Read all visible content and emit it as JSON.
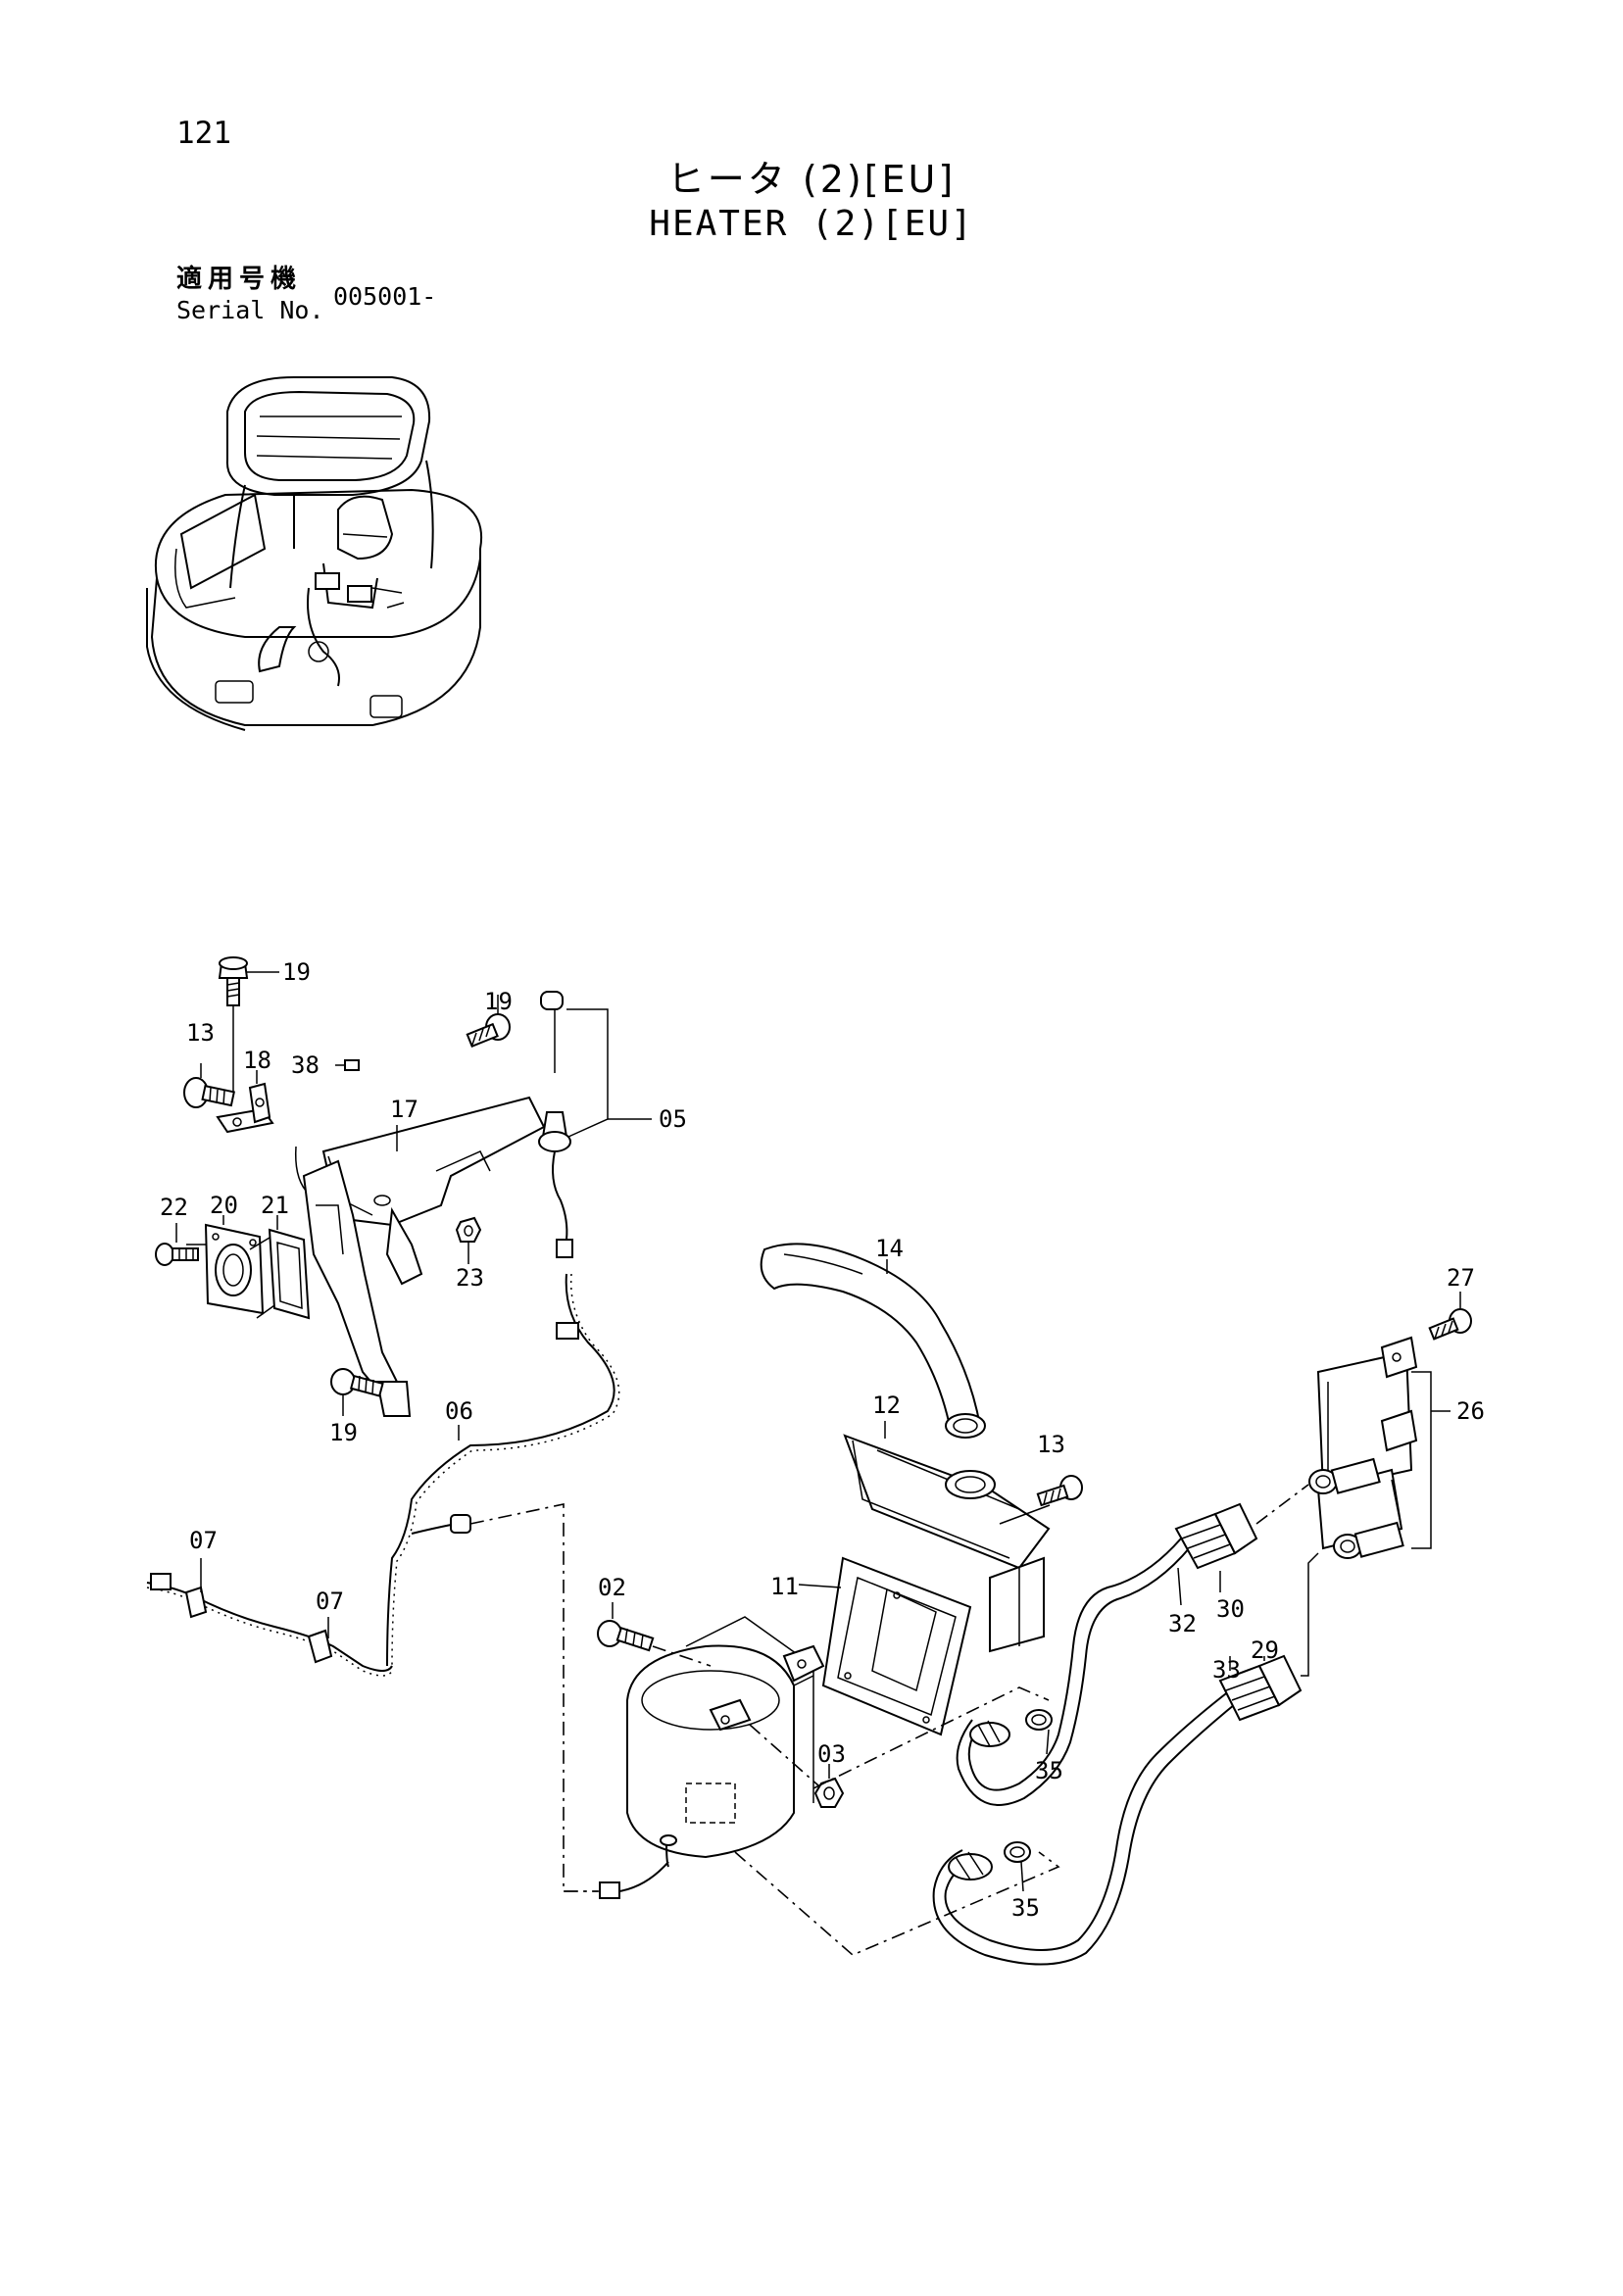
{
  "header": {
    "page_number": "121",
    "title_jp": "ヒータ (2)[EU]",
    "title_en": "HEATER (2)[EU]",
    "serial_label_jp": "適用号機",
    "serial_label_en": "Serial No.",
    "serial_value": "005001-"
  },
  "callouts": {
    "c19a": "19",
    "c19b": "19",
    "c19c": "19",
    "c13a": "13",
    "c13b": "13",
    "c18": "18",
    "c38": "38",
    "c17": "17",
    "c05": "05",
    "c22": "22",
    "c20": "20",
    "c21": "21",
    "c23": "23",
    "c14": "14",
    "c27": "27",
    "c26": "26",
    "c06": "06",
    "c12": "12",
    "c07a": "07",
    "c07b": "07",
    "c30": "30",
    "c32": "32",
    "c02": "02",
    "c11": "11",
    "c33": "33",
    "c29": "29",
    "c03": "03",
    "c35a": "35",
    "c35b": "35"
  }
}
